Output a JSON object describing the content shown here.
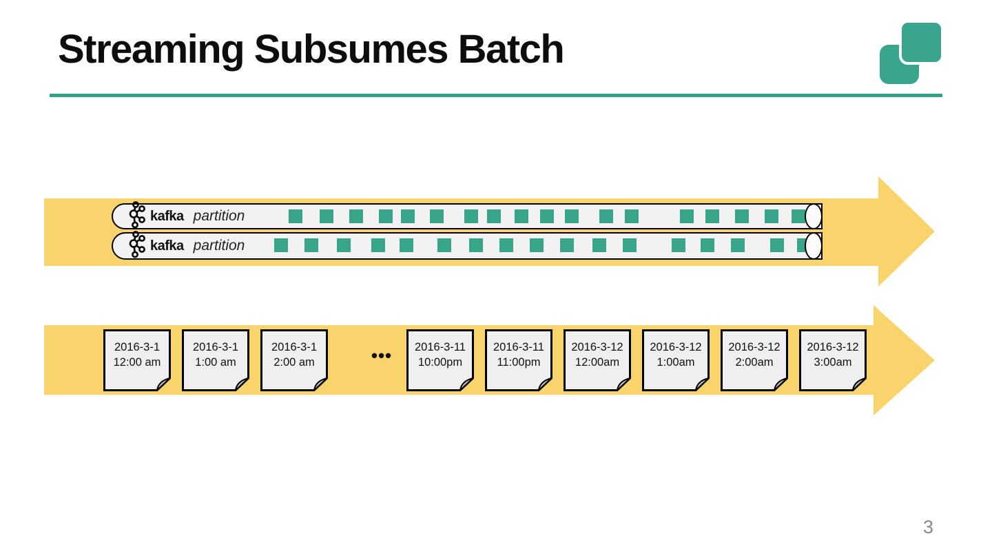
{
  "slide": {
    "title": "Streaming Subsumes Batch",
    "page_number": "3"
  },
  "colors": {
    "accent_teal": "#2FA28C",
    "logo_teal": "#3AA58E",
    "arrow_yellow": "#F9D36B",
    "message_teal": "#38A58A"
  },
  "streaming": {
    "partitions": [
      {
        "product": "kafka",
        "label": "partition",
        "message_offsets": [
          255,
          300,
          343,
          386,
          418,
          460,
          510,
          543,
          583,
          620,
          656,
          706,
          743,
          823,
          860,
          903,
          946,
          985
        ]
      },
      {
        "product": "kafka",
        "label": "partition",
        "message_offsets": [
          234,
          278,
          325,
          375,
          416,
          471,
          517,
          561,
          605,
          649,
          696,
          740,
          811,
          853,
          897,
          954,
          993
        ]
      }
    ]
  },
  "batch": {
    "ellipsis": "•••",
    "documents": [
      {
        "date": "2016-3-1",
        "time": "12:00 am"
      },
      {
        "date": "2016-3-1",
        "time": "1:00 am"
      },
      {
        "date": "2016-3-1",
        "time": "2:00 am"
      },
      {
        "date": "2016-3-11",
        "time": "10:00pm"
      },
      {
        "date": "2016-3-11",
        "time": "11:00pm"
      },
      {
        "date": "2016-3-12",
        "time": "12:00am"
      },
      {
        "date": "2016-3-12",
        "time": "1:00am"
      },
      {
        "date": "2016-3-12",
        "time": "2:00am"
      },
      {
        "date": "2016-3-12",
        "time": "3:00am"
      }
    ]
  }
}
